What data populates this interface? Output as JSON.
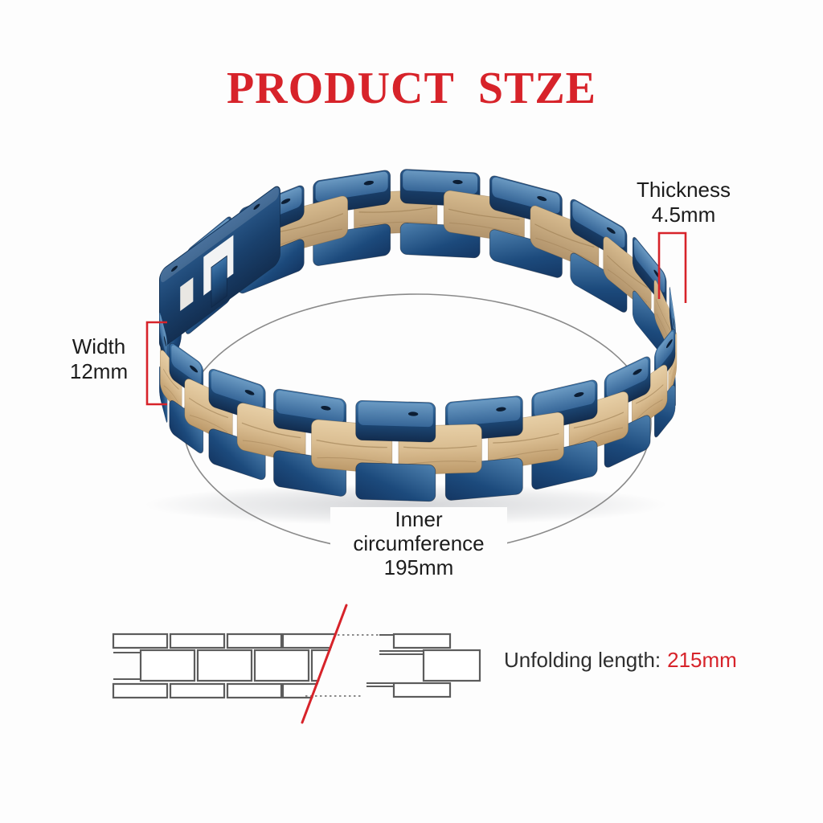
{
  "title": "PRODUCT  STZE",
  "colors": {
    "accent_red": "#d7232a",
    "link_blue": "#1d4a7c",
    "wood_tan": "#d7ba8e"
  },
  "annotations": {
    "thickness": {
      "label": "Thickness",
      "value": "4.5mm"
    },
    "width": {
      "label": "Width",
      "value": "12mm"
    },
    "inner_circumference": {
      "line1": "Inner",
      "line2": "circumference",
      "value": "195mm"
    },
    "unfolding": {
      "label": "Unfolding length:",
      "value": "215mm"
    }
  }
}
